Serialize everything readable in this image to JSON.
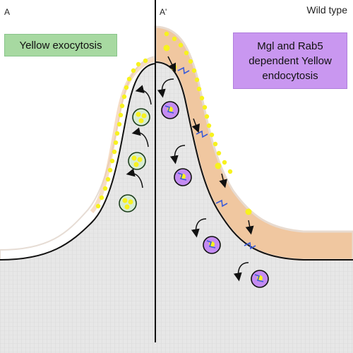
{
  "labels": {
    "panel_left": "A",
    "panel_right": "A'",
    "title": "Wild type"
  },
  "boxes": {
    "left": "Yellow exocytosis",
    "right": "Mgl and Rab5\ndependent Yellow\nendocytosis"
  },
  "colors": {
    "cuticle": "#f0c7a0",
    "cuticle_outline": "#e8dbd0",
    "cell": "#e5e5e5",
    "dot": "#f7f21e",
    "vesicle_green": "#d7ecd2",
    "vesicle_purple": "#c48cf2",
    "endocytic_mark": "#3a5bd8",
    "box_green": "#a7d9a1",
    "box_purple": "#c997f0"
  }
}
